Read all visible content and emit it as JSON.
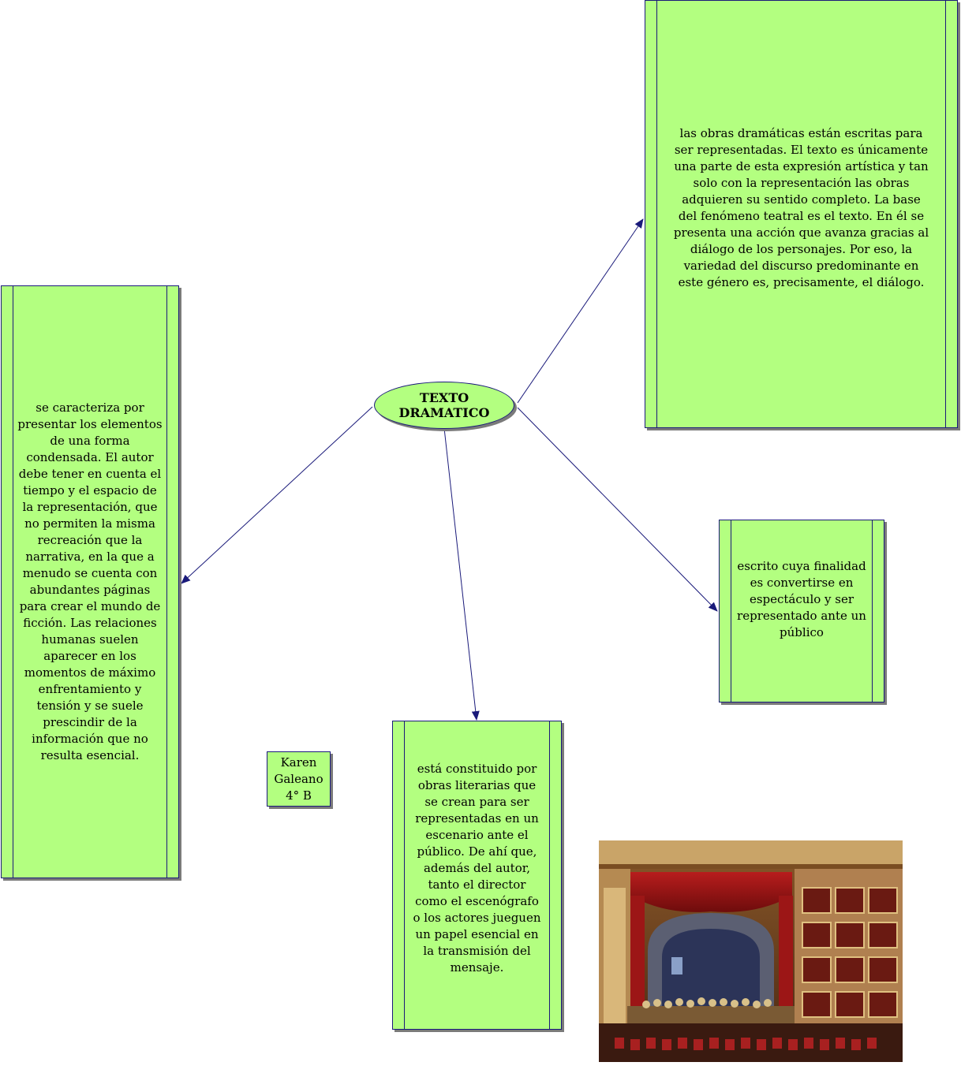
{
  "center": {
    "line1": "TEXTO",
    "line2": "DRAMATICO"
  },
  "nodes": {
    "top_right": "las obras dramáticas están escritas para ser representadas. El texto es únicamente una parte de esta expresión artística y tan solo con la representación las obras adquieren su sentido completo. La base del fenómeno teatral es el texto. En él se presenta una acción que avanza gracias al diálogo de los personajes. Por eso, la variedad del discurso predominante en este género es, precisamente, el diálogo.",
    "left": "se caracteriza por presentar los elementos de una forma condensada. El autor debe tener en cuenta el tiempo y el espacio de la representación, que no permiten la misma recreación que la narrativa, en la que a menudo se cuenta con abundantes páginas para crear el mundo de ficción. Las relaciones humanas suelen aparecer en los momentos de máximo enfrentamiento y tensión y se suele prescindir de la información que no resulta esencial.",
    "bottom": "está constituido por obras literarias que se crean para ser representadas en un escenario ante el público. De ahí que, además del autor, tanto el director como el escenógrafo o los actores jueguen un papel esencial en la transmisión del mensaje.",
    "right": "escrito cuya finalidad es convertirse en espectáculo y ser representado ante un público"
  },
  "author": {
    "name": "Karen",
    "surname": "Galeano",
    "grade": "4° B"
  },
  "colors": {
    "node_fill": "#b3ff80",
    "node_border": "#1a1a7a",
    "link": "#1a1a7a",
    "shadow": "#7a7a7a"
  },
  "image": {
    "subject": "theater-stage-photo"
  }
}
